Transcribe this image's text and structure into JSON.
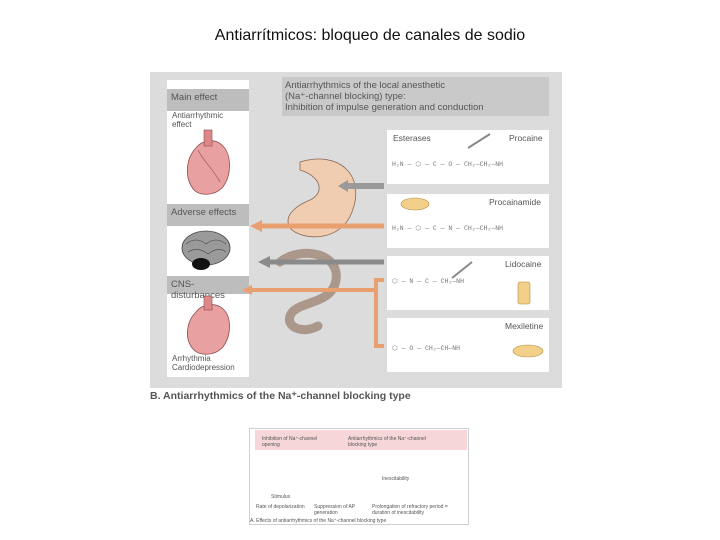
{
  "slide_title": "Antiarrítmicos: bloqueo de canales de sodio",
  "figure": {
    "left_panel": {
      "main_effect": "Main effect",
      "main_effect_sub": "Antiarrhythmic effect",
      "adverse_effects": "Adverse effects",
      "cns": "CNS-disturbances",
      "arrhythmia": "Arrhythmia",
      "cardiodepression": "Cardiodepression"
    },
    "right_title": {
      "line1": "Antiarrhythmics of the local anesthetic",
      "line2": "(Na⁺-channel blocking) type:",
      "line3": "Inhibition of impulse generation and conduction"
    },
    "drugs": [
      {
        "name": "Procaine",
        "label_extra": "Esterases"
      },
      {
        "name": "Procainamide"
      },
      {
        "name": "Lidocaine"
      },
      {
        "name": "Mexiletine"
      }
    ],
    "caption": "B. Antiarrhythmics of the  Na⁺-channel blocking type"
  },
  "thumbnail": {
    "label_left": "Inhibition of Na⁺-channel opening",
    "label_right": "Antiarrhythmics of the Na⁺-channel blocking type",
    "excitability": "Inexcitability",
    "stimulus": "Stimulus",
    "depolarization": "Rate of depolarization",
    "suppression": "Suppression of AP generation",
    "prolongation": "Prolongation of refractory period = duration of inexcitability",
    "caption": "A. Effects of antiarrhythmics of the Na⁺-channel blocking type"
  }
}
